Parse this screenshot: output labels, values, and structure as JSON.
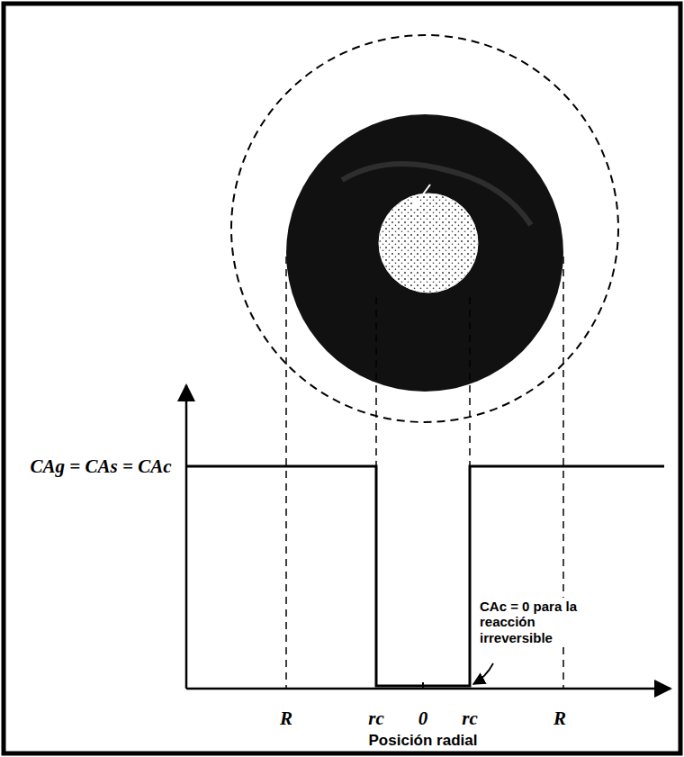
{
  "diagram": {
    "labels": [
      "CAg = CAs = CAc",
      "R",
      "rc",
      "0",
      "rc",
      "R",
      "Posición radial",
      "CAc = 0 para la reacción irreversible"
    ]
  }
}
